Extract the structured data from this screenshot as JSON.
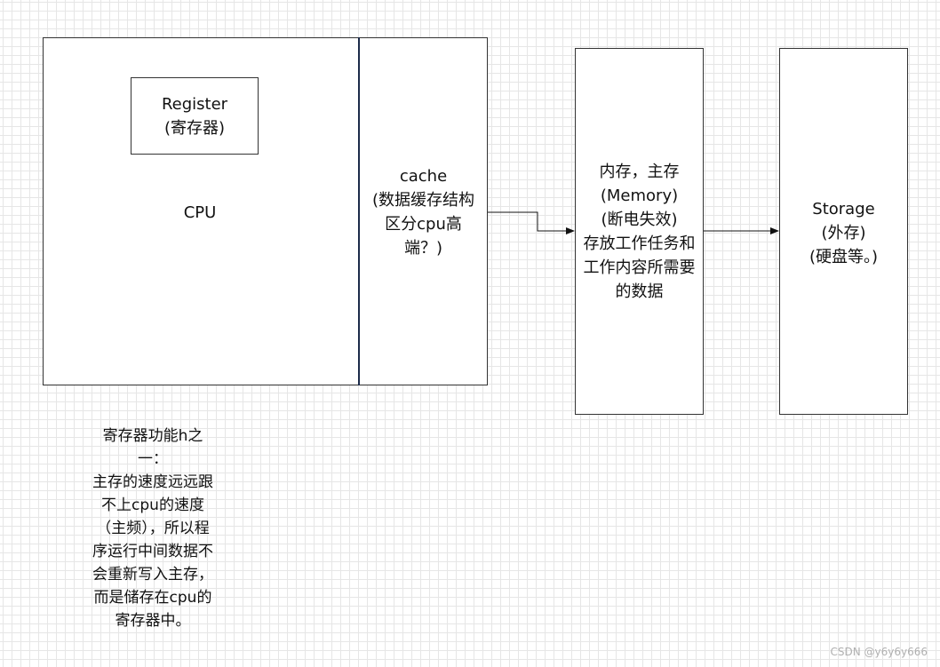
{
  "cpu": {
    "label": "CPU",
    "register": {
      "label": "Register\n(寄存器)"
    }
  },
  "cache": {
    "label": "cache\n(数据缓存结构\n区分cpu高\n端？)"
  },
  "memory": {
    "label": "内存，主存\n(Memory)\n(断电失效)\n存放工作任务和\n工作内容所需要\n的数据"
  },
  "storage": {
    "label": "Storage\n(外存)\n(硬盘等。)"
  },
  "note": {
    "text": "寄存器功能h之\n一：\n主存的速度远远跟\n不上cpu的速度\n（主频），所以程\n序运行中间数据不\n会重新写入主存，\n而是储存在cpu的\n寄存器中。"
  },
  "watermark": {
    "text": "CSDN @y6y6y666"
  },
  "colors": {
    "grid": "#e6e6e6",
    "stroke": "#333333",
    "divider": "#1c2b4a"
  }
}
